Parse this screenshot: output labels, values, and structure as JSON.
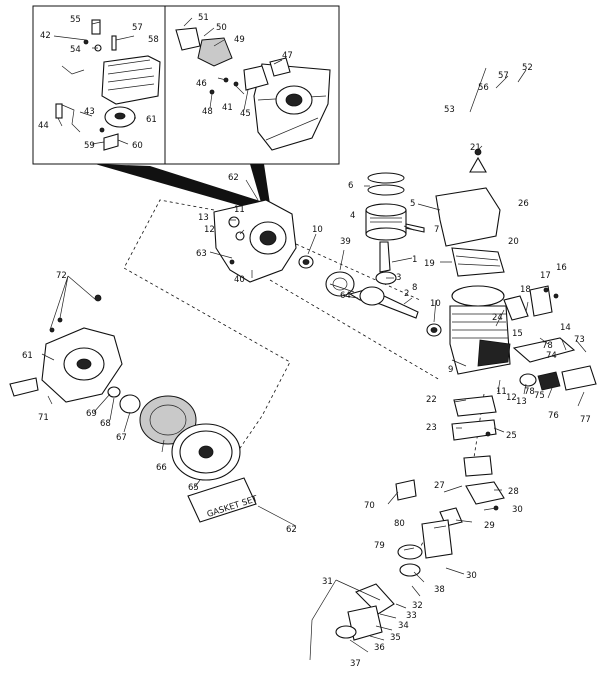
{
  "diagram": {
    "gasket_set_label": "GASKET SET",
    "callouts": [
      {
        "id": "c55",
        "text": "55"
      },
      {
        "id": "c57a",
        "text": "57"
      },
      {
        "id": "c42",
        "text": "42"
      },
      {
        "id": "c58",
        "text": "58"
      },
      {
        "id": "c54",
        "text": "54"
      },
      {
        "id": "c43",
        "text": "43"
      },
      {
        "id": "c44",
        "text": "44"
      },
      {
        "id": "c61a",
        "text": "61"
      },
      {
        "id": "c59",
        "text": "59"
      },
      {
        "id": "c60",
        "text": "60"
      },
      {
        "id": "c51",
        "text": "51"
      },
      {
        "id": "c50",
        "text": "50"
      },
      {
        "id": "c49",
        "text": "49"
      },
      {
        "id": "c47",
        "text": "47"
      },
      {
        "id": "c46",
        "text": "46"
      },
      {
        "id": "c48",
        "text": "48"
      },
      {
        "id": "c41",
        "text": "41"
      },
      {
        "id": "c45",
        "text": "45"
      },
      {
        "id": "c52",
        "text": "52"
      },
      {
        "id": "c57b",
        "text": "57"
      },
      {
        "id": "c56",
        "text": "56"
      },
      {
        "id": "c53",
        "text": "53"
      },
      {
        "id": "c21",
        "text": "21"
      },
      {
        "id": "c62a",
        "text": "62"
      },
      {
        "id": "c6",
        "text": "6"
      },
      {
        "id": "c5",
        "text": "5"
      },
      {
        "id": "c26",
        "text": "26"
      },
      {
        "id": "c11a",
        "text": "11"
      },
      {
        "id": "c13a",
        "text": "13"
      },
      {
        "id": "c12a",
        "text": "12"
      },
      {
        "id": "c4",
        "text": "4"
      },
      {
        "id": "c7",
        "text": "7"
      },
      {
        "id": "c10a",
        "text": "10"
      },
      {
        "id": "c39",
        "text": "39"
      },
      {
        "id": "c20",
        "text": "20"
      },
      {
        "id": "c63",
        "text": "63"
      },
      {
        "id": "c40",
        "text": "40"
      },
      {
        "id": "c1",
        "text": "1"
      },
      {
        "id": "c19",
        "text": "19"
      },
      {
        "id": "c3",
        "text": "3"
      },
      {
        "id": "c17",
        "text": "17"
      },
      {
        "id": "c16",
        "text": "16"
      },
      {
        "id": "c18",
        "text": "18"
      },
      {
        "id": "c72",
        "text": "72"
      },
      {
        "id": "c64",
        "text": "64"
      },
      {
        "id": "c2",
        "text": "2"
      },
      {
        "id": "c8",
        "text": "8"
      },
      {
        "id": "c10b",
        "text": "10"
      },
      {
        "id": "c24",
        "text": "24"
      },
      {
        "id": "c15",
        "text": "15"
      },
      {
        "id": "c14",
        "text": "14"
      },
      {
        "id": "c73",
        "text": "73"
      },
      {
        "id": "c78a",
        "text": "78"
      },
      {
        "id": "c74",
        "text": "74"
      },
      {
        "id": "c61b",
        "text": "61"
      },
      {
        "id": "c9",
        "text": "9"
      },
      {
        "id": "c22",
        "text": "22"
      },
      {
        "id": "c11b",
        "text": "11"
      },
      {
        "id": "c12b",
        "text": "12"
      },
      {
        "id": "c13b",
        "text": "13"
      },
      {
        "id": "c78b",
        "text": "78"
      },
      {
        "id": "c75",
        "text": "75"
      },
      {
        "id": "c71",
        "text": "71"
      },
      {
        "id": "c69",
        "text": "69"
      },
      {
        "id": "c68",
        "text": "68"
      },
      {
        "id": "c67",
        "text": "67"
      },
      {
        "id": "c76",
        "text": "76"
      },
      {
        "id": "c77",
        "text": "77"
      },
      {
        "id": "c23",
        "text": "23"
      },
      {
        "id": "c25",
        "text": "25"
      },
      {
        "id": "c66",
        "text": "66"
      },
      {
        "id": "c65",
        "text": "65"
      },
      {
        "id": "c27",
        "text": "27"
      },
      {
        "id": "c28",
        "text": "28"
      },
      {
        "id": "c70",
        "text": "70"
      },
      {
        "id": "c30a",
        "text": "30"
      },
      {
        "id": "c62b",
        "text": "62"
      },
      {
        "id": "c80",
        "text": "80"
      },
      {
        "id": "c29",
        "text": "29"
      },
      {
        "id": "c79",
        "text": "79"
      },
      {
        "id": "c30b",
        "text": "30"
      },
      {
        "id": "c31",
        "text": "31"
      },
      {
        "id": "c38",
        "text": "38"
      },
      {
        "id": "c32",
        "text": "32"
      },
      {
        "id": "c33",
        "text": "33"
      },
      {
        "id": "c34",
        "text": "34"
      },
      {
        "id": "c35",
        "text": "35"
      },
      {
        "id": "c36",
        "text": "36"
      },
      {
        "id": "c37",
        "text": "37"
      }
    ]
  }
}
